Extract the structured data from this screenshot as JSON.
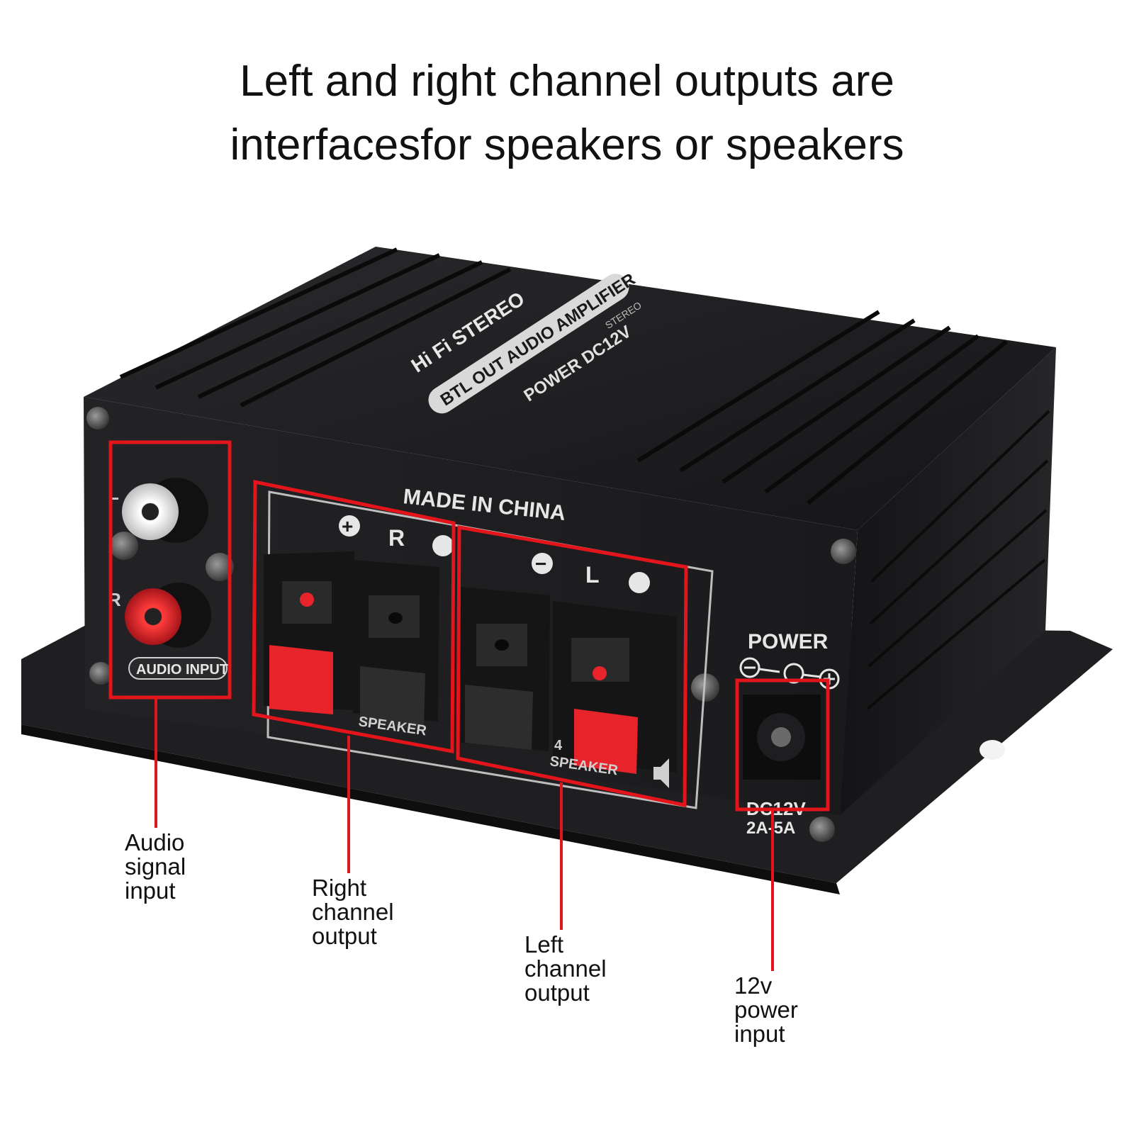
{
  "headline": {
    "line1": "Left and right channel outputs are",
    "line2": "interfacesfor speakers or speakers"
  },
  "device": {
    "top_label_1": "Hi Fi STEREO",
    "top_label_2": "BTL OUT AUDIO AMPLIFIER",
    "top_label_3": "POWER DC12V",
    "top_label_4": "STEREO",
    "made_in": "MADE IN CHINA",
    "audio_input_label": "AUDIO INPUT",
    "right_channel_letter": "R",
    "left_channel_letter": "L",
    "plus_sign": "+",
    "minus_sign": "−",
    "speaker_label": "SPEAKER",
    "ohm_label": "4",
    "power_label": "POWER",
    "dc_label": "DC12V",
    "amp_label": "2A-5A",
    "rca_left_letter": "L",
    "rca_right_letter": "R"
  },
  "callouts": {
    "audio_input": [
      "Audio",
      "signal",
      "input"
    ],
    "right_output": [
      "Right",
      "channel",
      "output"
    ],
    "left_output": [
      "Left",
      "channel",
      "output"
    ],
    "power_input": [
      "12v",
      "power",
      "input"
    ]
  },
  "colors": {
    "highlight": "#e3151b",
    "body": "#1c1c1e",
    "accent_red": "#e8242b"
  }
}
